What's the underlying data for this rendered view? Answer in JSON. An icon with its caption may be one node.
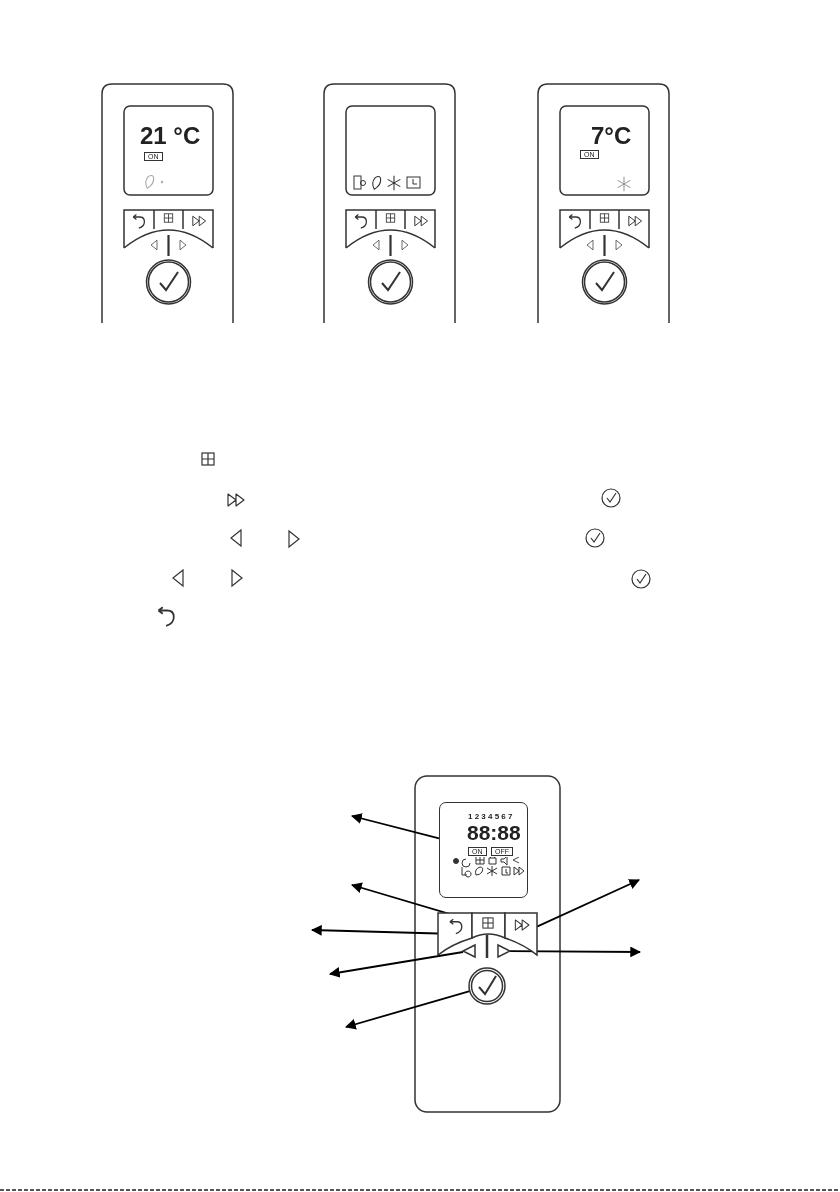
{
  "diagram": {
    "nodes": [
      {
        "text": [
          "1 2 3 4 5 6 7",
          "88:88",
          "ON",
          "OFF"
        ]
      },
      {
        "text": [],
        "shape": "box"
      },
      {
        "text": [],
        "shape": "box"
      },
      {
        "text": [],
        "shape": "box"
      },
      {
        "text": [],
        "shape": "triangle"
      },
      {
        "text": [],
        "shape": "triangle"
      },
      {
        "text": [],
        "shape": "circle"
      }
    ],
    "edges": [
      {
        "from": 0,
        "to": null,
        "arrow": "to"
      },
      {
        "from": 2,
        "to": null,
        "arrow": "to"
      },
      {
        "from": 1,
        "to": null,
        "arrow": "to"
      },
      {
        "from": 4,
        "to": null,
        "arrow": "to"
      },
      {
        "from": 6,
        "to": null,
        "arrow": "to"
      },
      {
        "from": 3,
        "to": null,
        "arrow": "to"
      },
      {
        "from": 5,
        "to": null,
        "arrow": "to"
      }
    ],
    "labels": [
      "21 °C",
      "ON",
      "7°C",
      "ON"
    ]
  }
}
